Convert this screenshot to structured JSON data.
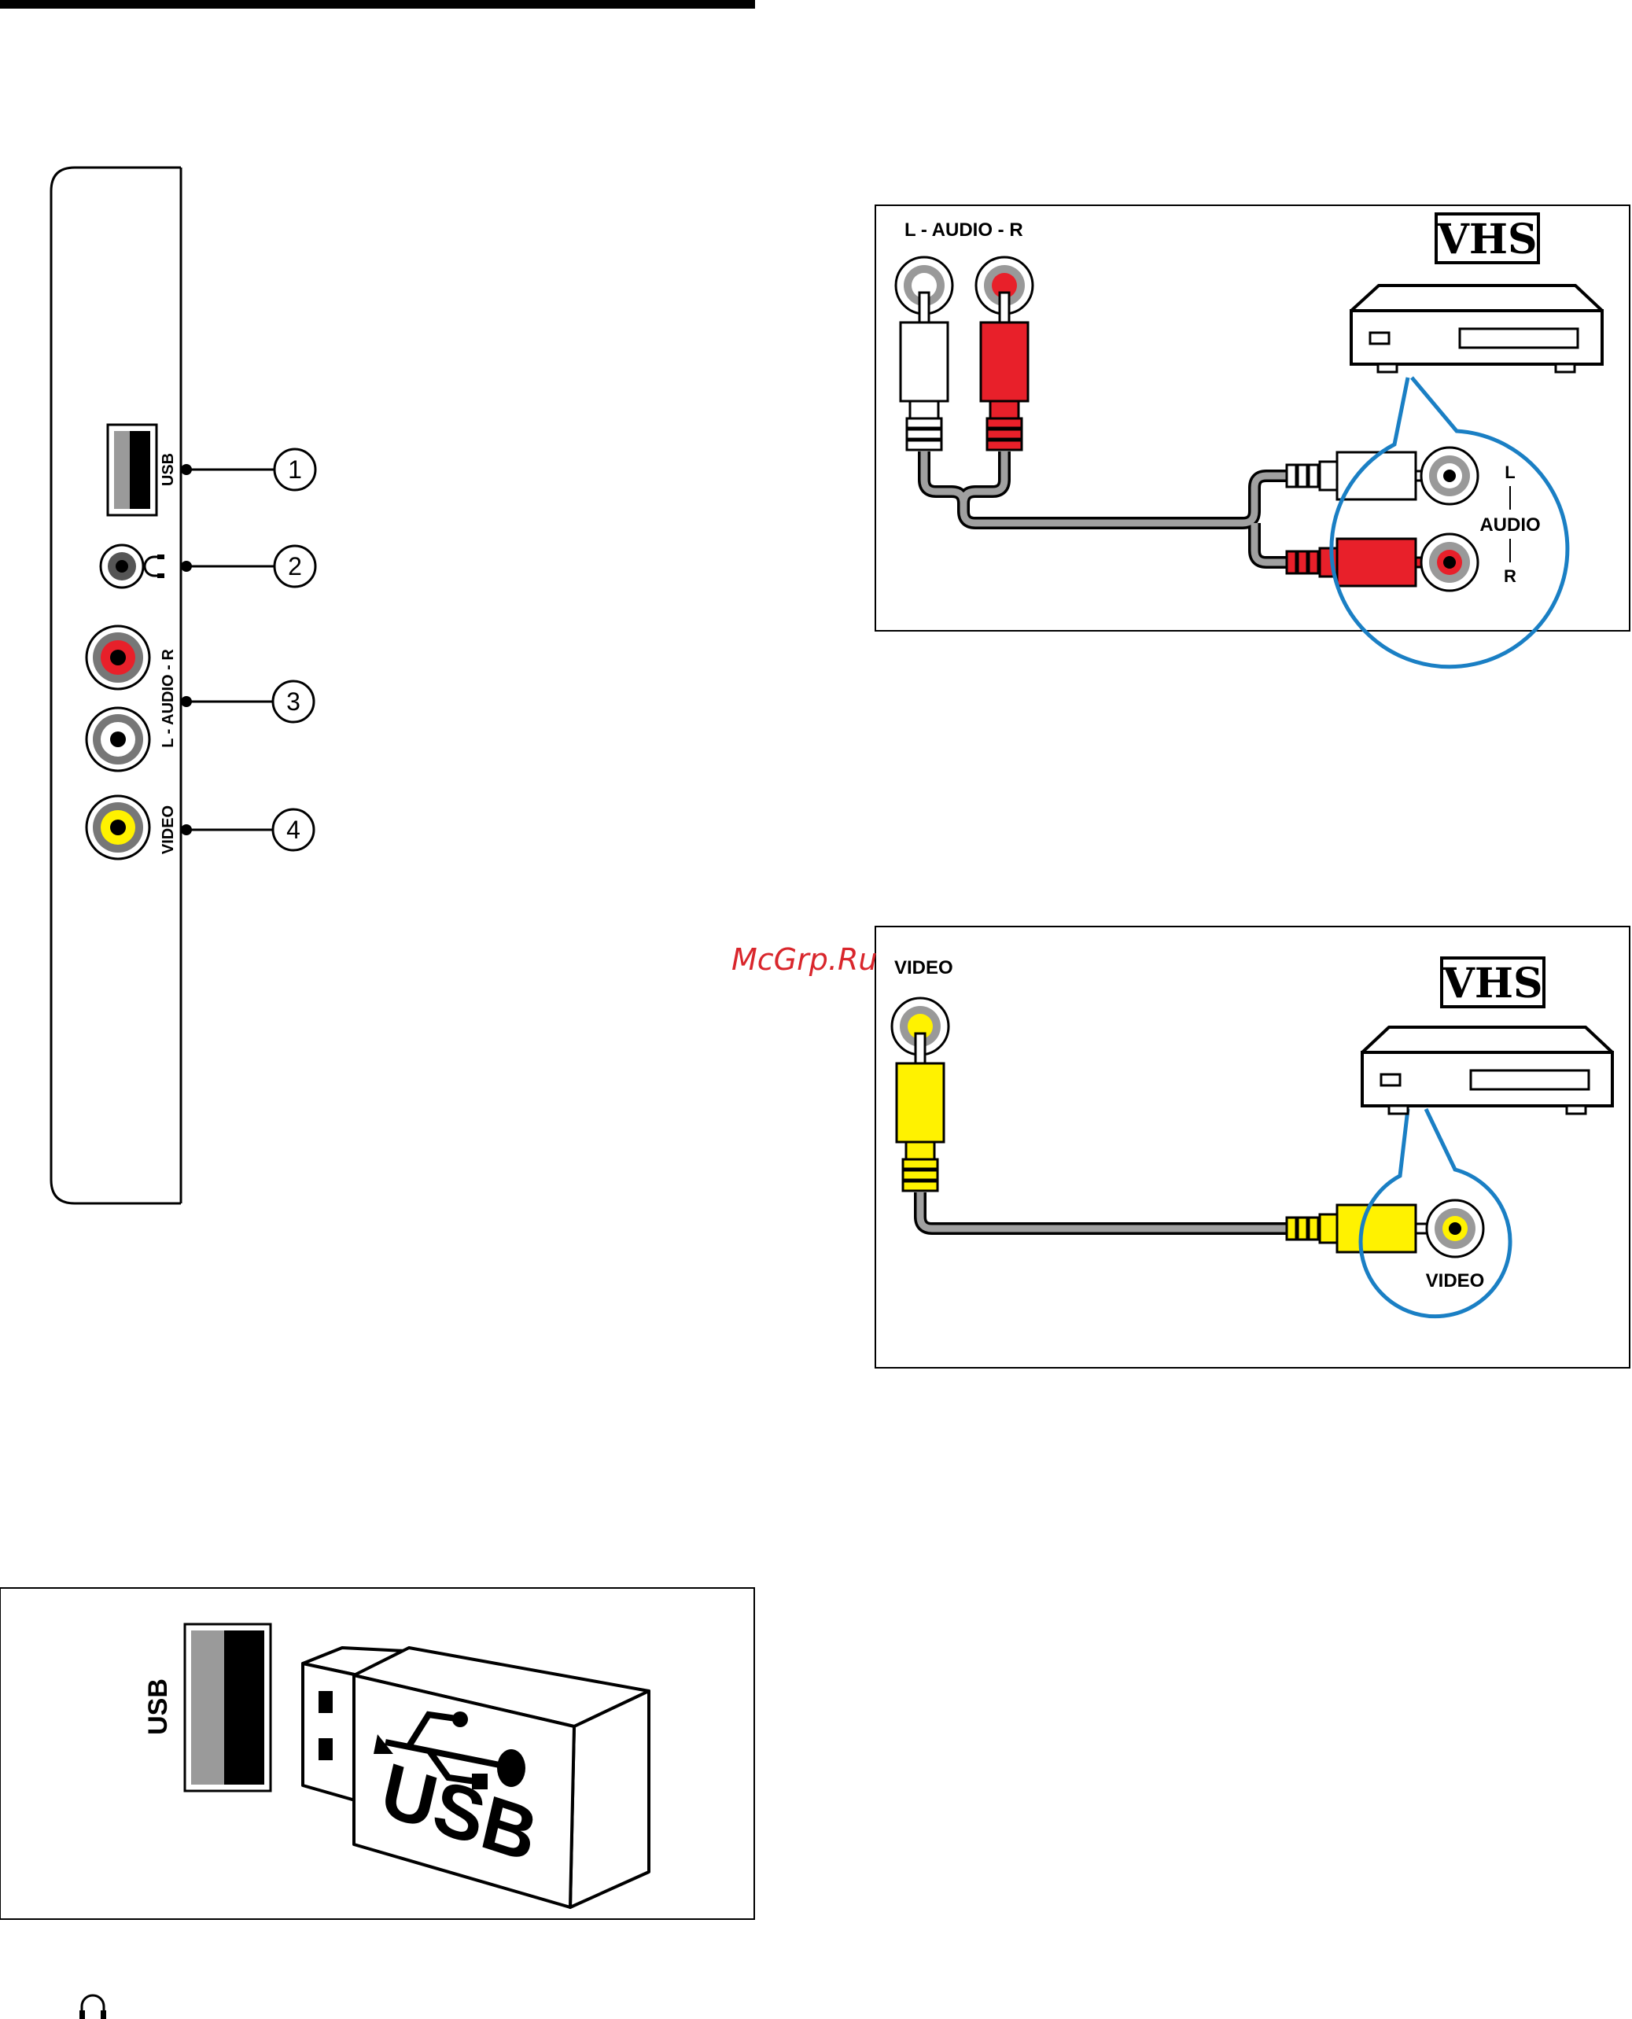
{
  "side_panel": {
    "ports": [
      {
        "id": 1,
        "label": "USB",
        "callout": "1"
      },
      {
        "id": 2,
        "label": "",
        "callout": "2",
        "icon": "headphone-icon"
      },
      {
        "id": 3,
        "label": "L - AUDIO - R",
        "callout": "3"
      },
      {
        "id": 4,
        "label": "VIDEO",
        "callout": "4"
      }
    ]
  },
  "audio_diagram": {
    "source_label": "L - AUDIO - R",
    "device_logo": "VHS",
    "dest_labels": {
      "left": "L",
      "middle": "AUDIO",
      "right": "R"
    },
    "colors": {
      "left": "#ffffff",
      "right": "#e8202a",
      "ring": "#1a7fc4"
    }
  },
  "video_diagram": {
    "source_label": "VIDEO",
    "device_logo": "VHS",
    "dest_label": "VIDEO",
    "colors": {
      "plug": "#fff200",
      "ring": "#1a7fc4"
    }
  },
  "usb_diagram": {
    "port_label": "USB",
    "stick_label": "USB",
    "stick_icon": "usb-trident-icon"
  },
  "footer": {
    "icon": "headphone-icon"
  },
  "watermark": "McGrp.Ru"
}
